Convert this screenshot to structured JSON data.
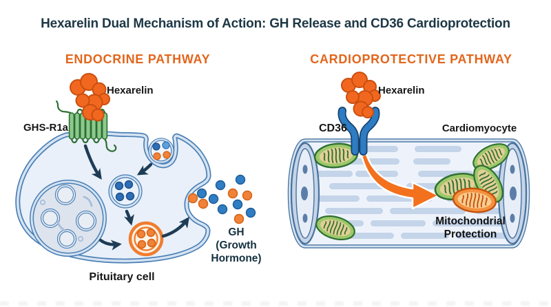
{
  "title": "Hexarelin Dual Mechanism of Action: GH Release and CD36 Cardioprotection",
  "panels": {
    "endocrine": {
      "heading": "ENDOCRINE PATHWAY",
      "ligand": "Hexarelin",
      "receptor": "GHS-R1a",
      "cell": "Pituitary cell",
      "hormone": {
        "line1": "GH",
        "line2": "(Growth",
        "line3": "Hormone)"
      }
    },
    "cardioprotective": {
      "heading": "CARDIOPROTECTIVE PATHWAY",
      "ligand": "Hexarelin",
      "receptor": "CD36",
      "cell": "Cardiomyocyte",
      "outcome": {
        "line1": "Mitochondrial",
        "line2": "Protection"
      }
    }
  },
  "colors": {
    "heading_orange": "#e2661c",
    "title_navy": "#1d3745",
    "ligand_orange": "#f2671f",
    "membrane_blue": "#4a7fb5",
    "receptor_green": "#8cc98c",
    "receptor_blue": "#2e7cc3",
    "arrow_navy": "#1e3c55",
    "vesicle_orange": "#ef7d2e",
    "dot_blue": "#2f7dc2",
    "dot_orange": "#f0823a",
    "mito_green": "#9dc86b",
    "mito_orange": "#f4923f"
  }
}
